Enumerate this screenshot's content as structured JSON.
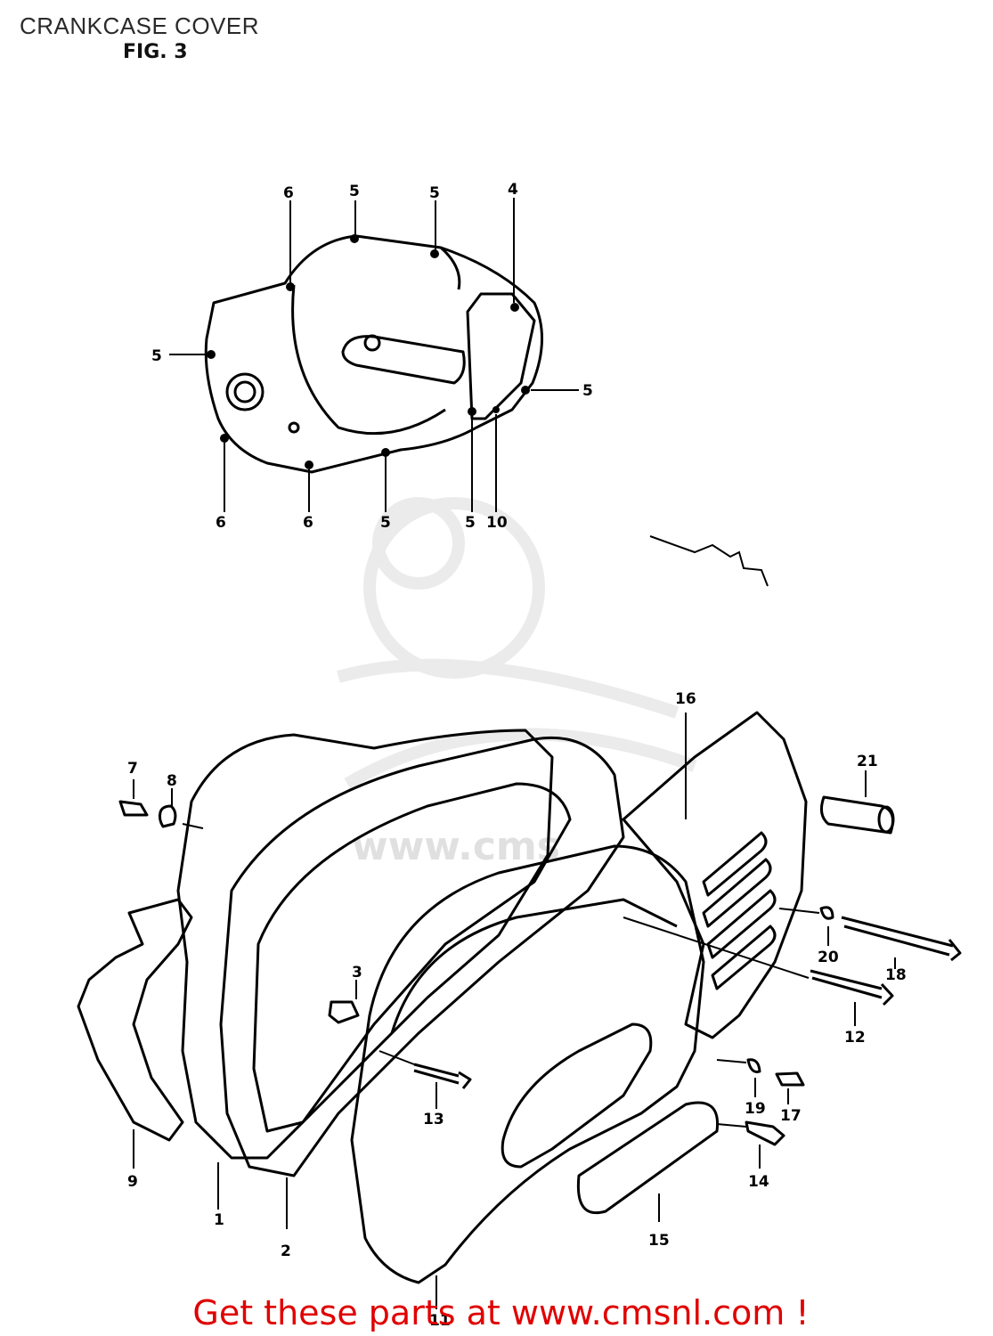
{
  "header": {
    "title": "CRANKCASE COVER",
    "fig_label": "FIG. 3"
  },
  "footer": {
    "link_text": "Get these parts at www.cmsnl.com !"
  },
  "watermark": {
    "text": "www.cms"
  },
  "colors": {
    "line": "#000000",
    "footer": "#e00000",
    "watermark": "#d8d8d8"
  },
  "callouts": {
    "top": [
      "6",
      "5",
      "5",
      "4",
      "5",
      "5",
      "6",
      "6",
      "5",
      "5",
      "10"
    ],
    "bottom": [
      "16",
      "21",
      "7",
      "8",
      "3",
      "20",
      "18",
      "12",
      "9",
      "1",
      "2",
      "13",
      "15",
      "19",
      "17",
      "14",
      "11"
    ]
  }
}
